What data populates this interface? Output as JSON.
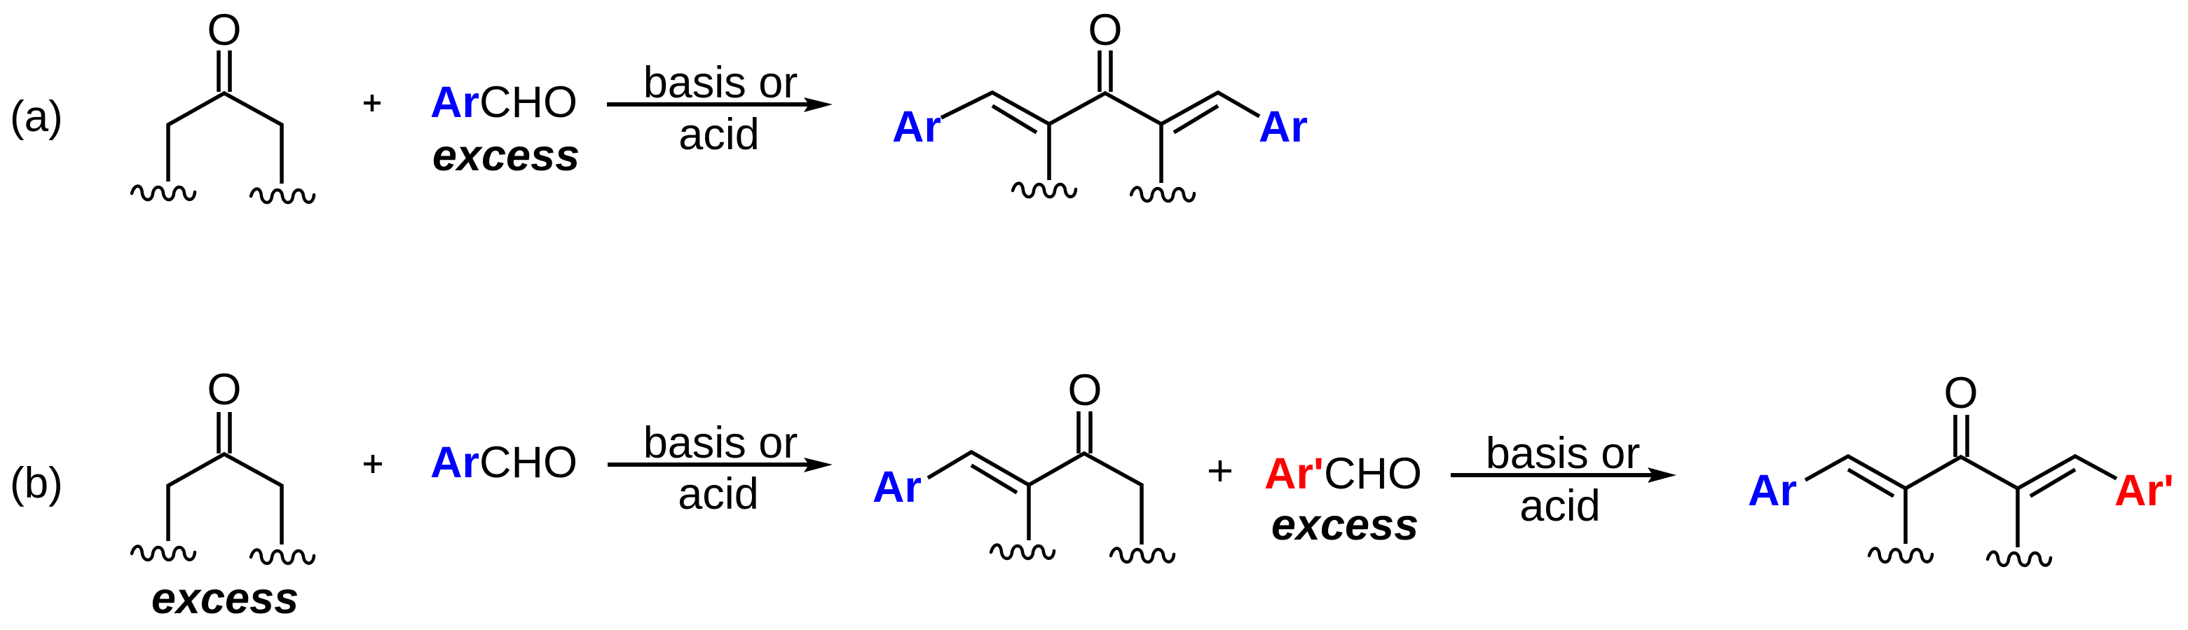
{
  "colors": {
    "ar": "#0000ff",
    "ar_prime": "#ff0000",
    "ink": "#000000",
    "background": "#ffffff"
  },
  "scheme_a": {
    "label": "(a)",
    "ketone": {
      "oxygen": "O"
    },
    "plus": "+",
    "aldehyde": {
      "ar": "Ar",
      "cho": "CHO",
      "note": "excess"
    },
    "arrow": {
      "above": "basis or",
      "below": "acid"
    },
    "product": {
      "oxygen": "O",
      "left_group": "Ar",
      "right_group": "Ar"
    }
  },
  "scheme_b": {
    "label": "(b)",
    "ketone": {
      "oxygen": "O",
      "note": "excess"
    },
    "plus_1": "+",
    "aldehyde_1": {
      "ar": "Ar",
      "cho": "CHO"
    },
    "arrow_1": {
      "above": "basis or",
      "below": "acid"
    },
    "intermediate": {
      "oxygen": "O",
      "left_group": "Ar"
    },
    "plus_2": "+",
    "aldehyde_2": {
      "ar": "Ar'",
      "cho": "CHO",
      "note": "excess"
    },
    "arrow_2": {
      "above": "basis or",
      "below": "acid"
    },
    "product": {
      "oxygen": "O",
      "left_group": "Ar",
      "right_group": "Ar'"
    }
  }
}
